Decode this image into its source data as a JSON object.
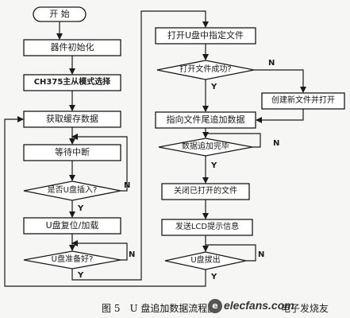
{
  "nodes": {
    "start": "开 始",
    "init": "器件初始化",
    "mode": "CH375主从模式选择",
    "get_data": "获取缓存数据",
    "wait_int": "等待中断",
    "udisk_inserted": "是否U盘插入?",
    "reset_load": "U盘复位/加载",
    "udisk_ready": "U盘准备好?",
    "open_file": "打开U盘中指定文件",
    "open_success": "打开文件成功?",
    "create_file": "创建新文件并打开",
    "point_end": "指向文件尾追加数据",
    "append_done": "数据追加完毕",
    "close_file": "关闭已打开的文件",
    "send_lcd": "发送LCD提示信息",
    "udisk_removed": "U盘拔出"
  },
  "labels": {
    "yes": "Y",
    "no": "N"
  },
  "caption": "图 5　U 盘追加数据流程图",
  "watermark": {
    "icon": "e",
    "site": "elecfans.com",
    "brand": "电子发烧友"
  }
}
